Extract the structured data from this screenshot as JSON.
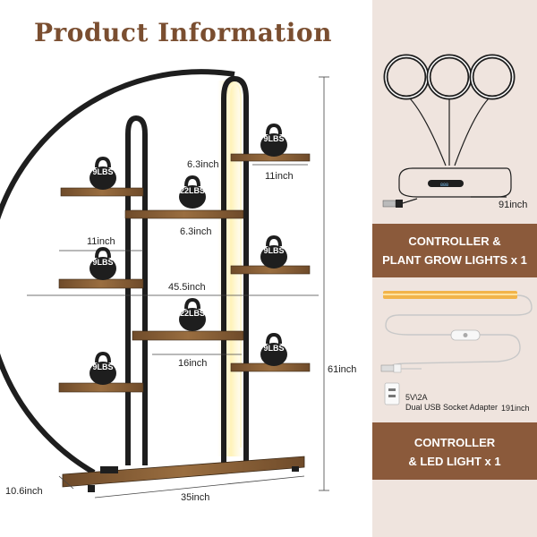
{
  "title": "Product Information",
  "dimensions": {
    "shelf_small_depth": "6.3inch",
    "top_right_width": "11inch",
    "mid_shelf_depth": "6.3inch",
    "left_shelf_width": "11inch",
    "overall_width": "45.5inch",
    "base_inner_width": "16inch",
    "height": "61inch",
    "base_depth": "10.6inch",
    "base_width": "35inch"
  },
  "weights": [
    "9LBS",
    "22LBS",
    "9LBS",
    "9LBS",
    "9LBS",
    "22LBS",
    "9LBS",
    "9LBS"
  ],
  "accessories": {
    "grow_light_cable": "91inch",
    "band1_line1": "CONTROLLER &",
    "band1_line2": "PLANT GROW LIGHTS x 1",
    "adapter_label_1": "5V\\2A",
    "adapter_label_2": "Dual USB Socket Adapter",
    "led_cable": "191inch",
    "band2_line1": "CONTROLLER",
    "band2_line2": "& LED LIGHT x 1",
    "controller_display": "888"
  },
  "colors": {
    "brand_brown": "#7a4e30",
    "band_brown": "#8b5a3b",
    "panel_bg": "#efe4de",
    "frame": "#1e1e1e",
    "wood": "#8a6238"
  },
  "icons": [
    "kettlebell-icon",
    "ring-light-icon",
    "usb-plug-icon",
    "led-strip-icon",
    "socket-adapter-icon"
  ]
}
